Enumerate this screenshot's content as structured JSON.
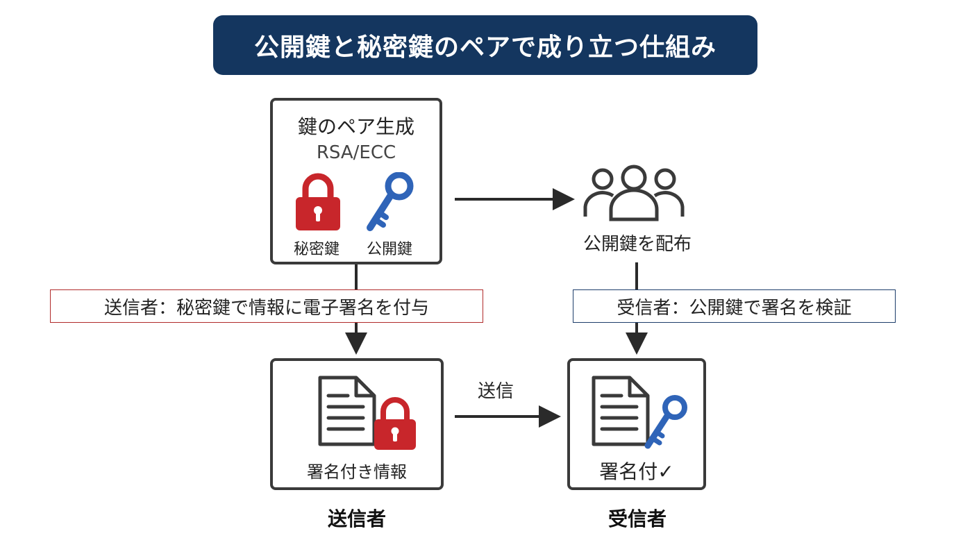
{
  "title": "公開鍵と秘密鍵のペアで成り立つ仕組み",
  "keygen": {
    "title": "鍵のペア生成",
    "algorithms": "RSA/ECC",
    "private_key_label": "秘密鍵",
    "public_key_label": "公開鍵"
  },
  "distribute": {
    "label": "公開鍵を配布"
  },
  "sender_action": "送信者：秘密鍵で情報に電子署名を付与",
  "receiver_action": "受信者：公開鍵で署名を検証",
  "signed_info": {
    "label": "署名付き情報"
  },
  "verified": {
    "label": "署名付✓"
  },
  "send_label": "送信",
  "roles": {
    "sender": "送信者",
    "receiver": "受信者"
  },
  "colors": {
    "banner": "#14365f",
    "lock_red": "#c8262b",
    "key_blue": "#2f64b8",
    "sender_border": "#b02a2a",
    "receiver_border": "#1c3c6a",
    "box_border": "#3a3a3a",
    "arrow": "#2a2a2a"
  },
  "icons": {
    "private_key": "padlock-icon",
    "public_key": "key-icon",
    "recipients": "people-group-icon",
    "document": "document-icon"
  }
}
